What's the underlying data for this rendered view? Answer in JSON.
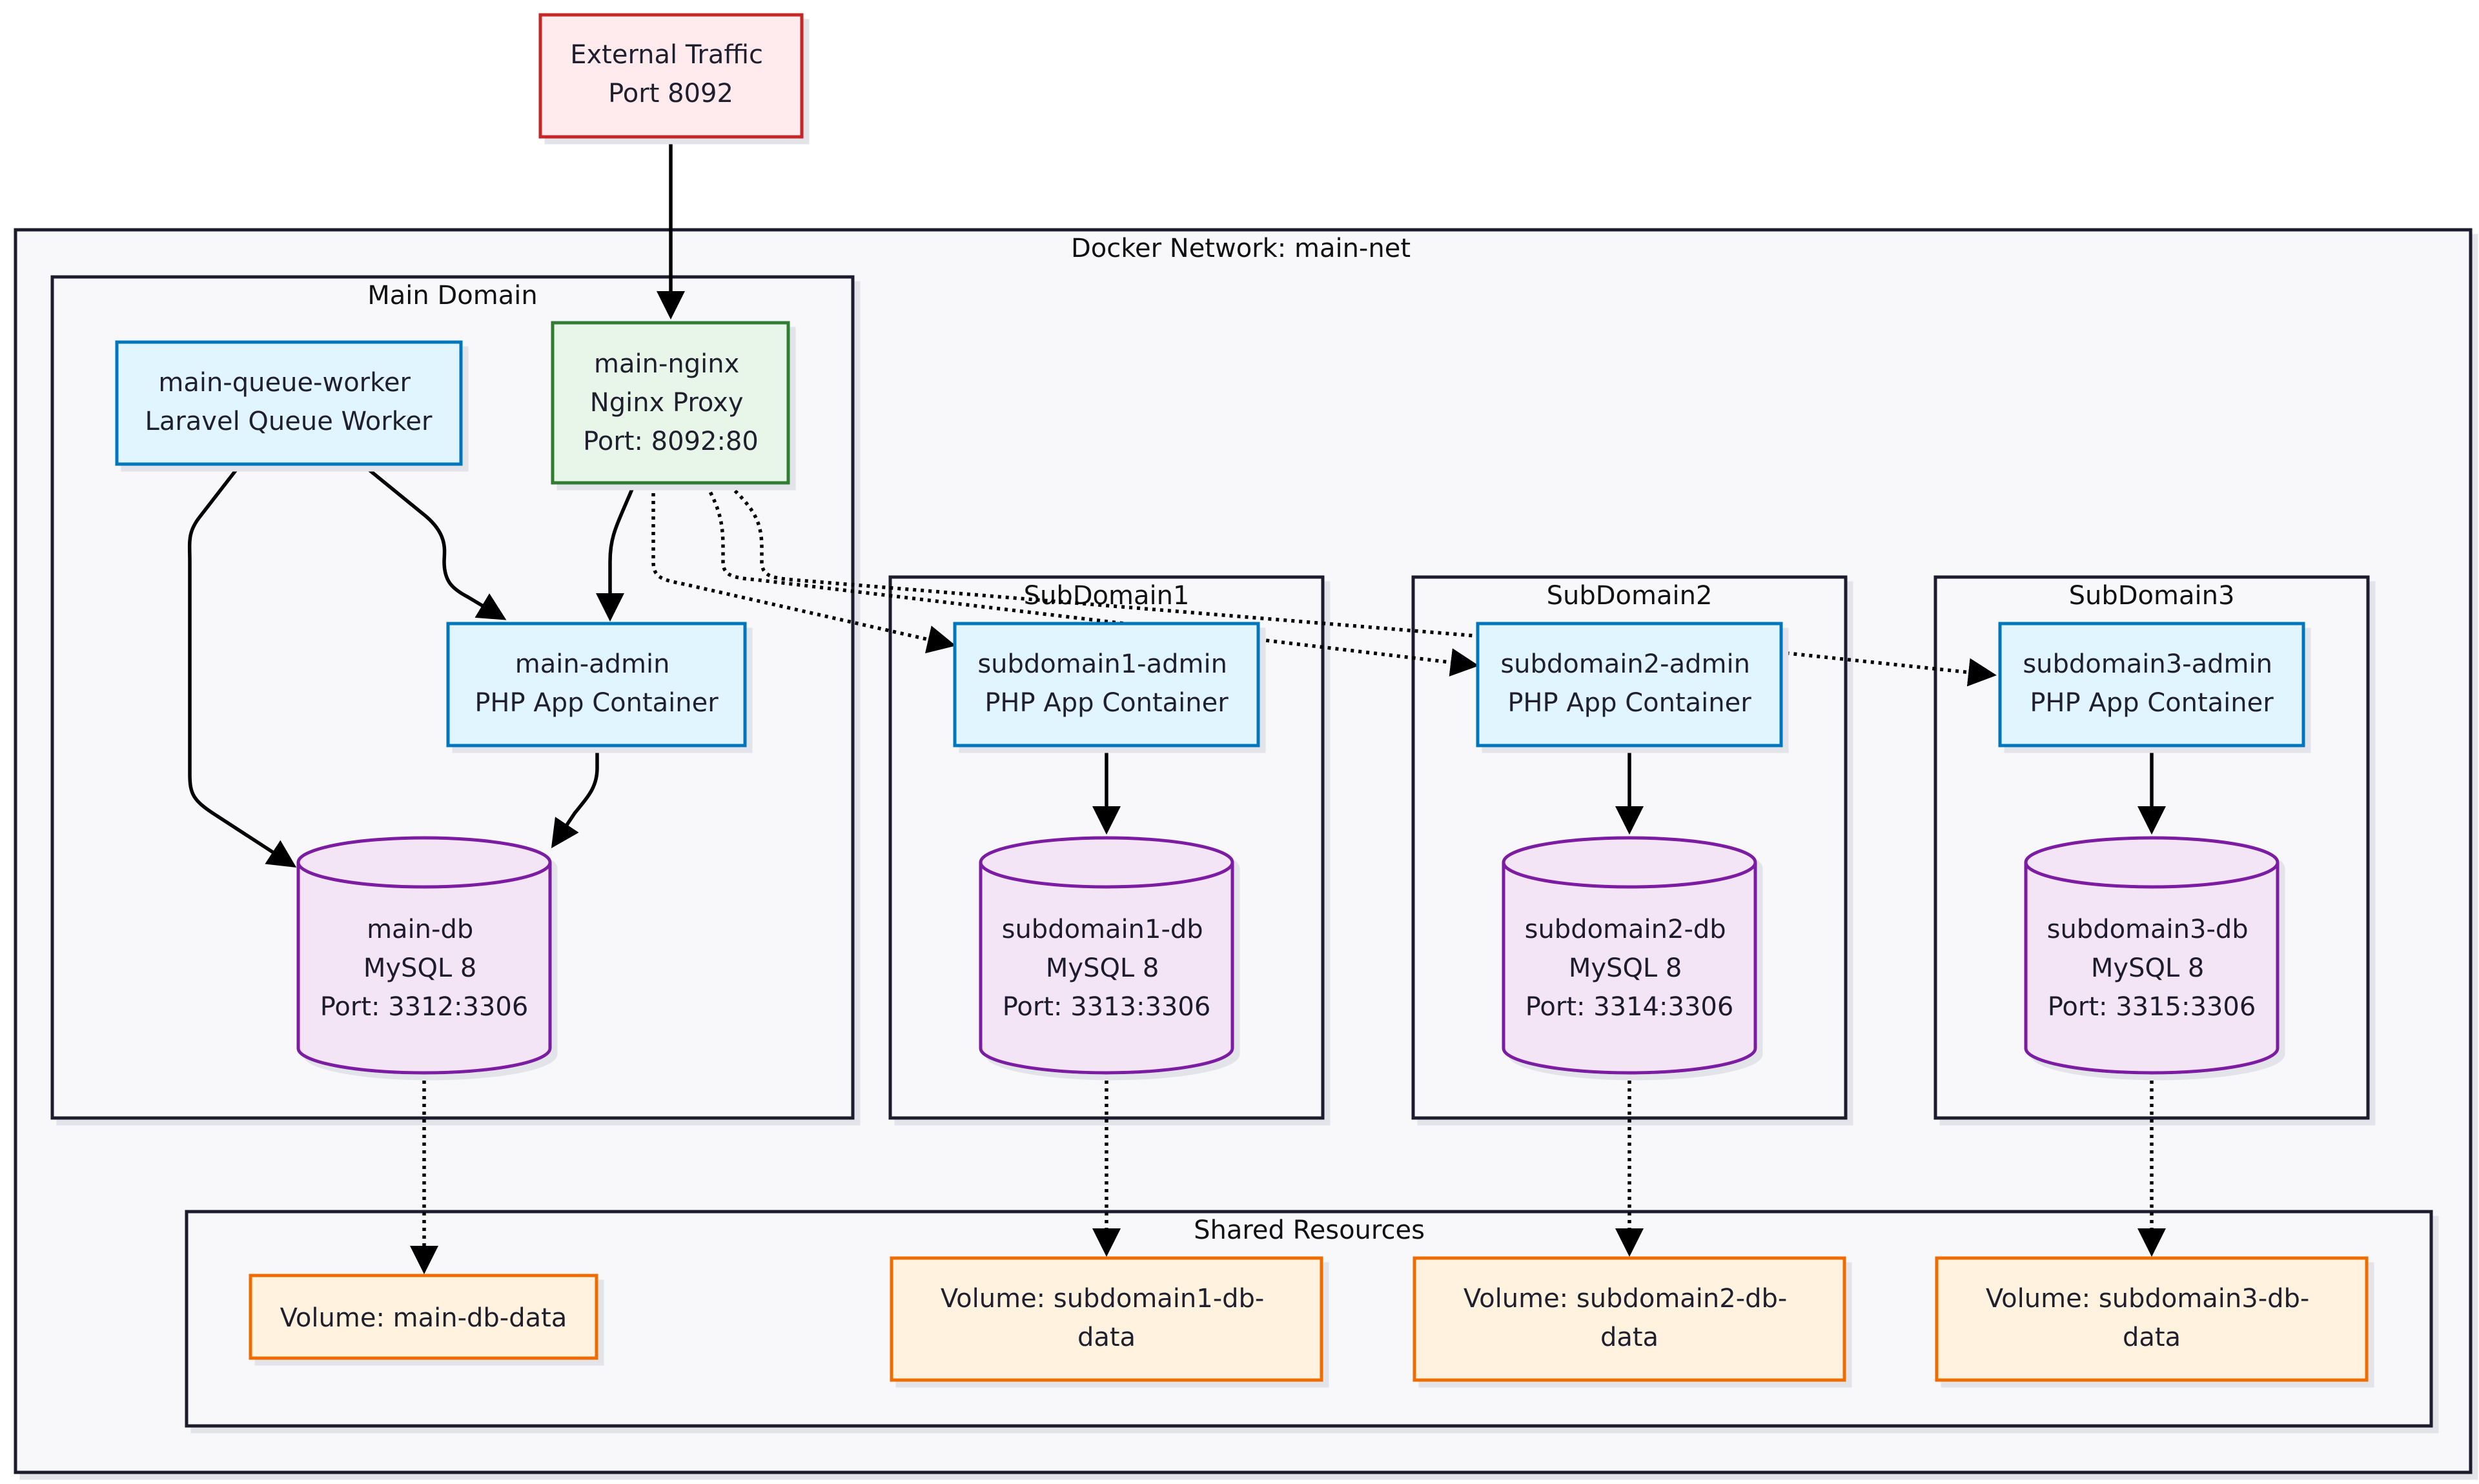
{
  "groups": {
    "network": {
      "label": "Docker Network: main-net"
    },
    "main_domain": {
      "label": "Main Domain"
    },
    "subdomain1": {
      "label": "SubDomain1"
    },
    "subdomain2": {
      "label": "SubDomain2"
    },
    "subdomain3": {
      "label": "SubDomain3"
    },
    "shared": {
      "label": "Shared Resources"
    }
  },
  "nodes": {
    "external": {
      "lines": [
        "External Traffic",
        "Port 8092"
      ]
    },
    "nginx": {
      "lines": [
        "main-nginx",
        "Nginx Proxy",
        "Port: 8092:80"
      ]
    },
    "queue": {
      "lines": [
        "main-queue-worker",
        "Laravel Queue Worker"
      ]
    },
    "main_admin": {
      "lines": [
        "main-admin",
        "PHP App Container"
      ]
    },
    "main_db": {
      "lines": [
        "main-db",
        "MySQL 8",
        "Port: 3312:3306"
      ]
    },
    "sub1_admin": {
      "lines": [
        "subdomain1-admin",
        "PHP App Container"
      ]
    },
    "sub1_db": {
      "lines": [
        "subdomain1-db",
        "MySQL 8",
        "Port: 3313:3306"
      ]
    },
    "sub2_admin": {
      "lines": [
        "subdomain2-admin",
        "PHP App Container"
      ]
    },
    "sub2_db": {
      "lines": [
        "subdomain2-db",
        "MySQL 8",
        "Port: 3314:3306"
      ]
    },
    "sub3_admin": {
      "lines": [
        "subdomain3-admin",
        "PHP App Container"
      ]
    },
    "sub3_db": {
      "lines": [
        "subdomain3-db",
        "MySQL 8",
        "Port: 3315:3306"
      ]
    },
    "vol_main": {
      "lines": [
        "Volume: main-db-data"
      ]
    },
    "vol_sub1": {
      "lines": [
        "Volume: subdomain1-db-",
        "data"
      ]
    },
    "vol_sub2": {
      "lines": [
        "Volume: subdomain2-db-",
        "data"
      ]
    },
    "vol_sub3": {
      "lines": [
        "Volume: subdomain3-db-",
        "data"
      ]
    }
  },
  "colors": {
    "external": {
      "fill": "#ffebee",
      "stroke": "#c62828"
    },
    "nginx": {
      "fill": "#e8f5e9",
      "stroke": "#2e7d32"
    },
    "app": {
      "fill": "#e1f5fe",
      "stroke": "#0277bd"
    },
    "db": {
      "fill": "#f3e5f5",
      "stroke": "#7b1fa2"
    },
    "volume": {
      "fill": "#fff3e0",
      "stroke": "#ef6c00"
    },
    "group_stroke": "#1a1a2e",
    "network_fill": "#f8f8fb"
  }
}
